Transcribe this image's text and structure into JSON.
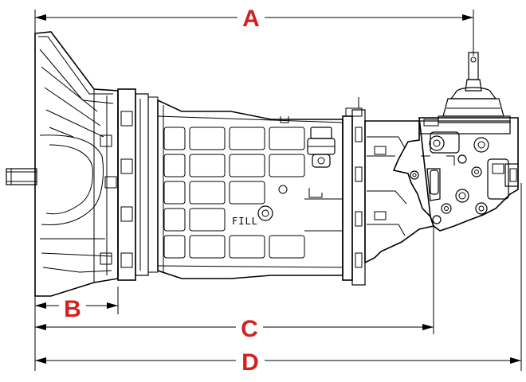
{
  "colors": {
    "label": "#d42020",
    "line": "#000000",
    "background": "#ffffff"
  },
  "dimensions": {
    "a": "A",
    "b": "B",
    "c": "C",
    "d": "D"
  },
  "drawing": {
    "fill_plug_label": "FILL"
  }
}
